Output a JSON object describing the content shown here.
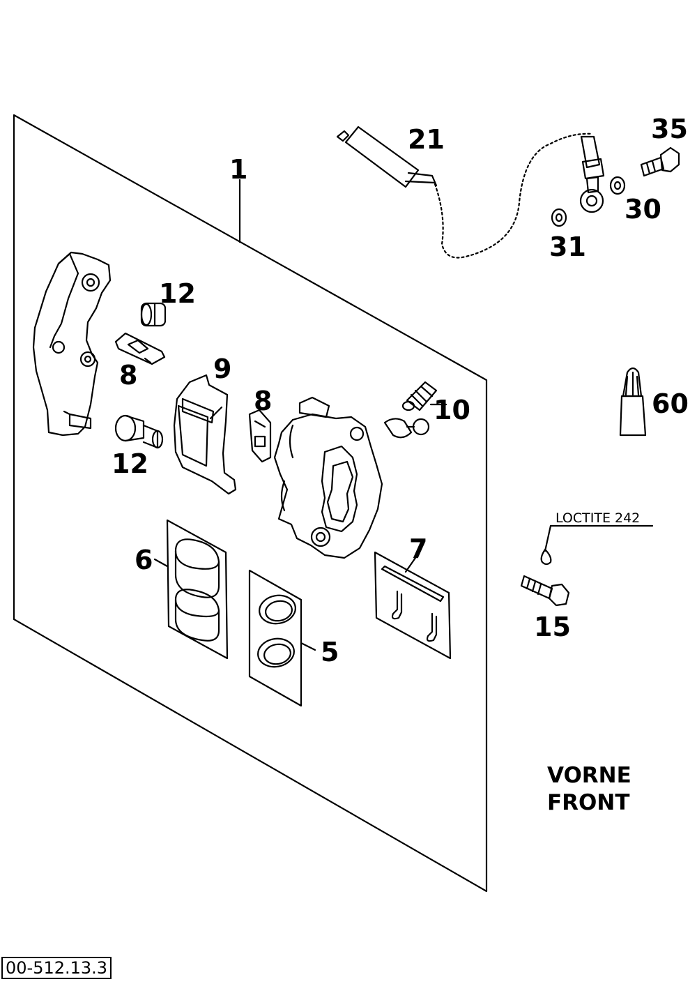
{
  "callouts": {
    "c1": "1",
    "c21": "21",
    "c35": "35",
    "c30": "30",
    "c31": "31",
    "c12a": "12",
    "c8a": "8",
    "c9": "9",
    "c8b": "8",
    "c10": "10",
    "c60": "60",
    "c12b": "12",
    "c6": "6",
    "c7": "7",
    "c5": "5",
    "c15": "15"
  },
  "notes": {
    "loctite": "LOCTITE 242"
  },
  "view": {
    "line1": "VORNE",
    "line2": "FRONT"
  },
  "reference_code": "00-512.13.3"
}
